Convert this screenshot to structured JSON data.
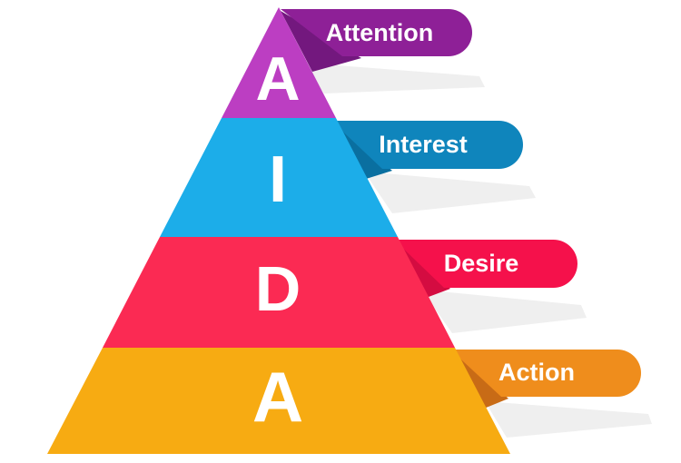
{
  "diagram": {
    "name": "AIDA funnel pyramid",
    "background_color": "#FFFFFF",
    "text_color": "#FFFFFF",
    "shadow_color": "#EFEFEF",
    "acronym": "AIDA",
    "stages": [
      {
        "letter": "A",
        "label": "Attention",
        "layer_color": "#BC3EC2",
        "banner_color": "#8E2097",
        "fold_color": "#73187E"
      },
      {
        "letter": "I",
        "label": "Interest",
        "layer_color": "#1CADE9",
        "banner_color": "#0F85BC",
        "fold_color": "#0A6FA0"
      },
      {
        "letter": "D",
        "label": "Desire",
        "layer_color": "#FB2A53",
        "banner_color": "#F5114B",
        "fold_color": "#D40C41"
      },
      {
        "letter": "A",
        "label": "Action",
        "layer_color": "#F7AB12",
        "banner_color": "#EF8D1C",
        "fold_color": "#C86B16"
      }
    ]
  }
}
